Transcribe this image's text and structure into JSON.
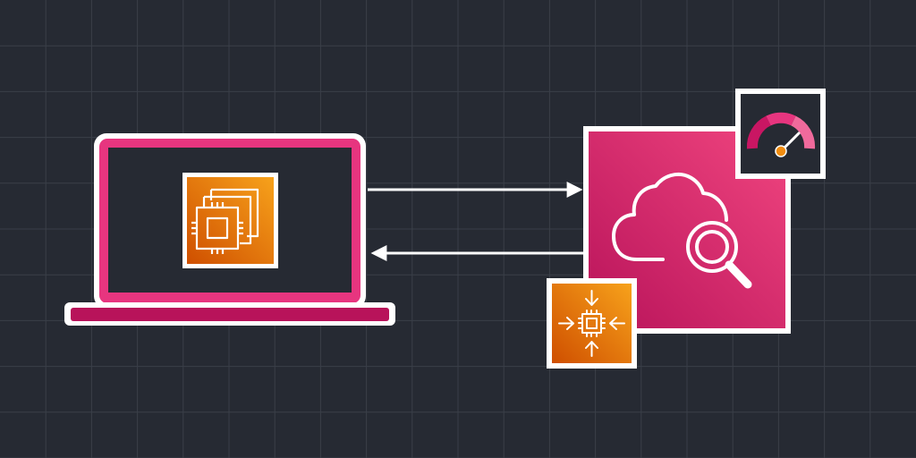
{
  "theme": {
    "background": "#262a33",
    "grid_line": "#3a3f48",
    "pink": "#e7357f",
    "pink_dark": "#b8135a",
    "orange": "#f28d10",
    "orange_dark": "#d35400",
    "white": "#ffffff",
    "laptop_screen": "#262a33"
  },
  "diagram": {
    "nodes": [
      {
        "id": "laptop",
        "icon": "laptop-icon"
      },
      {
        "id": "ec2",
        "icon": "ec2-instances-icon"
      },
      {
        "id": "cloudwatch",
        "icon": "cloudwatch-icon"
      },
      {
        "id": "autoscaling",
        "icon": "auto-scaling-icon"
      },
      {
        "id": "performance",
        "icon": "gauge-icon"
      }
    ],
    "edges": [
      {
        "from": "laptop",
        "to": "cloudwatch"
      },
      {
        "from": "cloudwatch",
        "to": "laptop"
      }
    ]
  }
}
